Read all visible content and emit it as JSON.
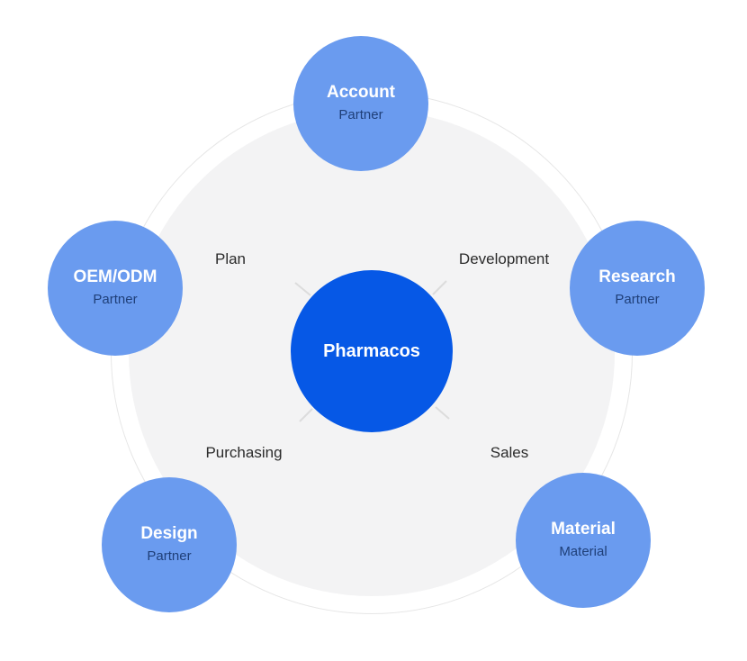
{
  "hub": {
    "label": "Pharmacos"
  },
  "nodes": {
    "top": {
      "title": "Account",
      "subtitle": "Partner"
    },
    "right": {
      "title": "Research",
      "subtitle": "Partner"
    },
    "left": {
      "title": "OEM/ODM",
      "subtitle": "Partner"
    },
    "bottom_left": {
      "title": "Design",
      "subtitle": "Partner"
    },
    "bottom_right": {
      "title": "Material",
      "subtitle": "Material"
    }
  },
  "flows": {
    "plan": "Plan",
    "development": "Development",
    "purchasing": "Purchasing",
    "sales": "Sales"
  },
  "colors": {
    "hub": "#0658e6",
    "node": "#6a9bef",
    "node_subtitle": "#1f3f78",
    "ring_fill": "#f3f3f4",
    "ring_border": "#e6e6e6",
    "label_text": "#2b2b2b"
  }
}
